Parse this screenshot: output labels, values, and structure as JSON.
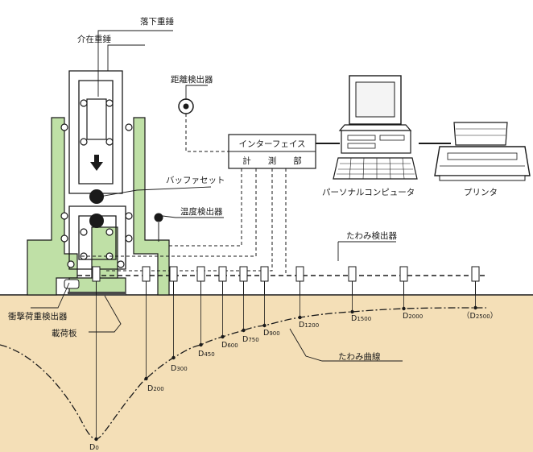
{
  "labels": {
    "drop_weight": "落下重錘",
    "intermediate_weight": "介在重錘",
    "distance_detector": "距離検出器",
    "buffer_set": "バッファセット",
    "temperature_detector": "温度検出器",
    "interface": "インターフェイス",
    "measurement_unit": "計　　測　　部",
    "personal_computer": "パーソナルコンピュータ",
    "printer": "プリンタ",
    "deflection_detector": "たわみ検出器",
    "impact_load_detector": "衝撃荷重検出器",
    "loading_plate": "載荷板",
    "deflection_curve": "たわみ曲線"
  },
  "sensors": [
    {
      "main": "D",
      "sub": "0"
    },
    {
      "main": "D",
      "sub": "200"
    },
    {
      "main": "D",
      "sub": "300"
    },
    {
      "main": "D",
      "sub": "450"
    },
    {
      "main": "D",
      "sub": "600"
    },
    {
      "main": "D",
      "sub": "750"
    },
    {
      "main": "D",
      "sub": "900"
    },
    {
      "main": "D",
      "sub": "1200"
    },
    {
      "main": "D",
      "sub": "1500"
    },
    {
      "main": "D",
      "sub": "2000"
    },
    {
      "main": "（D",
      "sub": "2500",
      "suffix": "）"
    }
  ],
  "colors": {
    "ground": "#f4dfb7",
    "frame_green": "#bfe0a6",
    "line": "#1a1a1a"
  }
}
